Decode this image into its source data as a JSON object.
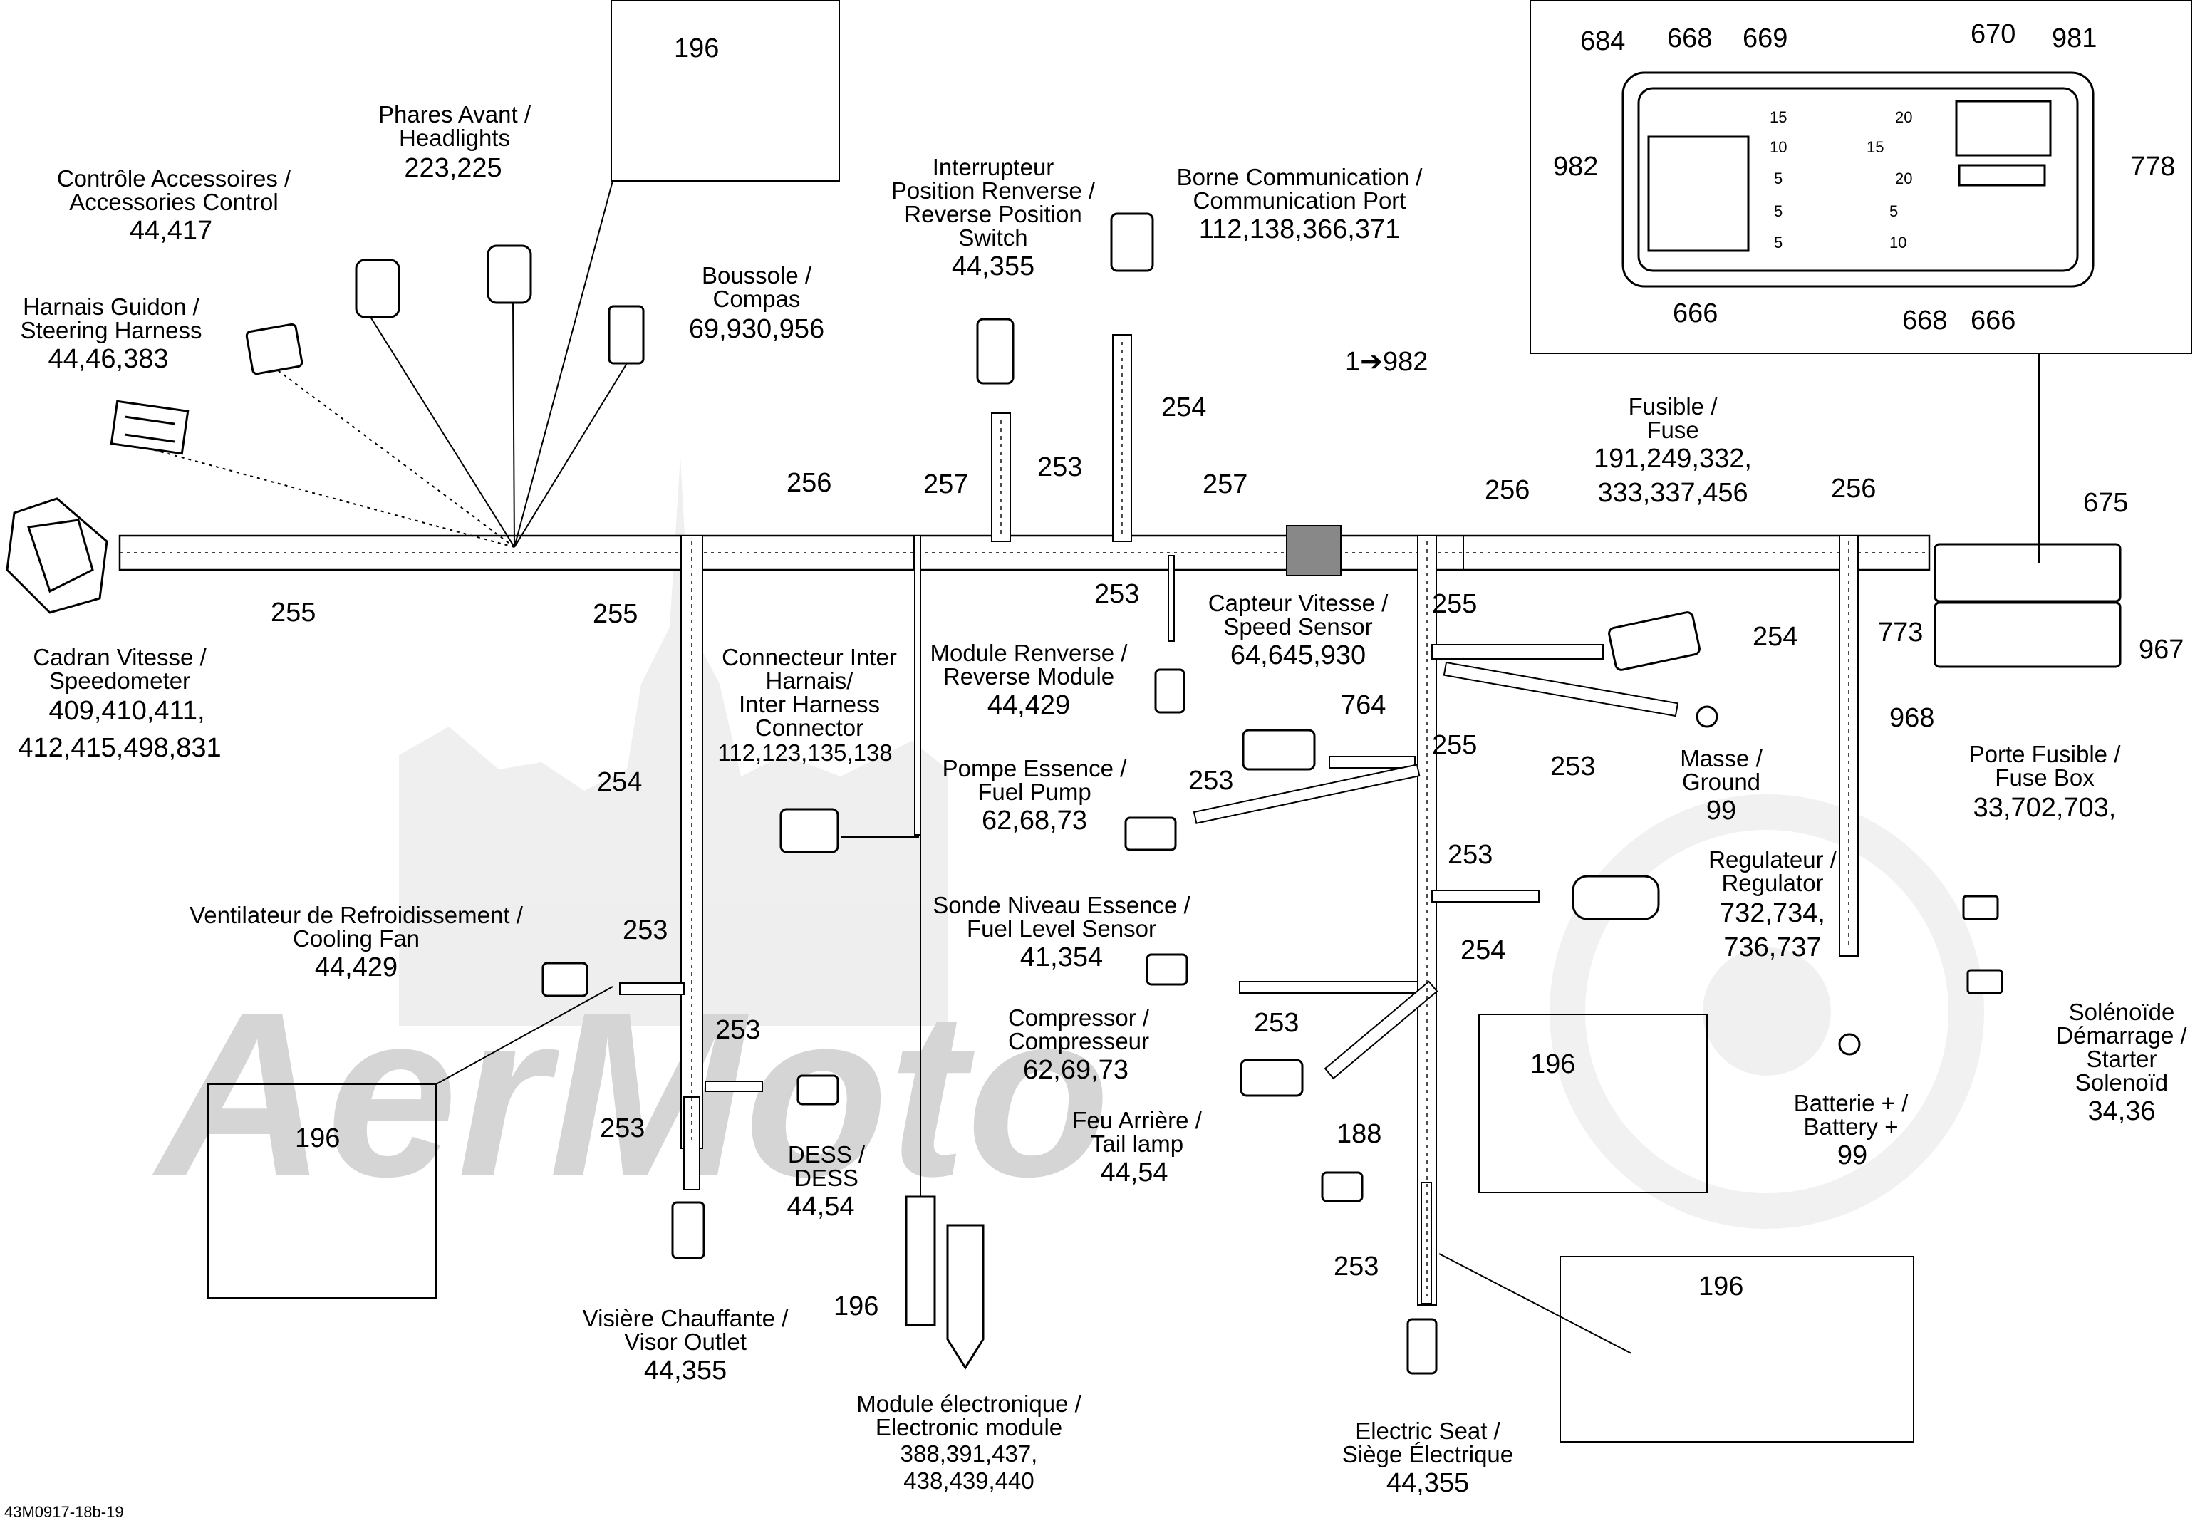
{
  "diagram": {
    "figure_id": "43M0917-18b-19",
    "watermark": "AerMoto",
    "components": {
      "cadran_vitesse": {
        "fr": "Cadran Vitesse /",
        "en": "Speedometer",
        "refs_1": "409,410,411,",
        "refs_2": "412,415,498,831"
      },
      "harnais_guidon": {
        "fr": "Harnais Guidon /",
        "en": "Steering Harness",
        "refs": "44,46,383"
      },
      "controle_accessoires": {
        "fr": "Contrôle Accessoires /",
        "en": "Accessories Control",
        "refs": "44,417"
      },
      "phares_avant": {
        "fr": "Phares Avant /",
        "en": "Headlights",
        "refs": "223,225"
      },
      "boussole": {
        "fr": "Boussole /",
        "en": "Compas",
        "refs": "69,930,956"
      },
      "interrupteur_renverse": {
        "l1": "Interrupteur",
        "l2": "Position Renverse /",
        "l3": "Reverse Position",
        "l4": "Switch",
        "refs": "44,355"
      },
      "borne_communication": {
        "fr": "Borne Communication /",
        "en": "Communication Port",
        "refs": "112,138,366,371"
      },
      "module_renverse": {
        "fr": "Module Renverse /",
        "en": "Reverse Module",
        "refs": "44,429"
      },
      "capteur_vitesse": {
        "fr": "Capteur Vitesse /",
        "en": "Speed Sensor",
        "refs": "64,645,930"
      },
      "connecteur_inter": {
        "l1": "Connecteur Inter",
        "l2": "Harnais/",
        "l3": "Inter Harness",
        "l4": "Connector",
        "refs": "112,123,135,138"
      },
      "pompe_essence": {
        "fr": "Pompe Essence /",
        "en": "Fuel Pump",
        "refs": "62,68,73"
      },
      "sonde_niveau": {
        "fr": "Sonde Niveau Essence /",
        "en": "Fuel Level Sensor",
        "refs": "41,354"
      },
      "compresseur": {
        "fr": "Compressor /",
        "en": "Compresseur",
        "refs": "62,69,73"
      },
      "feu_arriere": {
        "fr": "Feu Arrière /",
        "en": "Tail lamp",
        "refs": "44,54"
      },
      "ventilateur": {
        "fr": "Ventilateur de Refroidissement /",
        "en": "Cooling Fan",
        "refs": "44,429"
      },
      "dess": {
        "fr": "DESS /",
        "en": "DESS",
        "refs": "44,54"
      },
      "visiere": {
        "fr": "Visière Chauffante /",
        "en": "Visor Outlet",
        "refs": "44,355"
      },
      "module_electronique": {
        "fr": "Module électronique /",
        "en": "Electronic module",
        "refs_1": "388,391,437,",
        "refs_2": "438,439,440"
      },
      "electric_seat": {
        "en": "Electric Seat /",
        "fr": "Siège Électrique",
        "refs": "44,355"
      },
      "fusible": {
        "fr": "Fusible /",
        "en": "Fuse",
        "refs_1": "191,249,332,",
        "refs_2": "333,337,456"
      },
      "masse": {
        "fr": "Masse /",
        "en": "Ground",
        "refs": "99"
      },
      "regulateur": {
        "fr": "Regulateur /",
        "en": "Regulator",
        "refs_1": "732,734,",
        "refs_2": "736,737"
      },
      "batterie": {
        "fr": "Batterie + /",
        "en": "Battery +",
        "refs": "99"
      },
      "solenoide": {
        "l1": "Solénoïde",
        "l2": "Démarrage /",
        "l3": "Starter",
        "l4": "Solenoïd",
        "refs": "34,36"
      },
      "porte_fusible": {
        "fr": "Porte Fusible /",
        "en": "Fuse Box",
        "refs": "33,702,703,"
      }
    },
    "callouts": {
      "c255": "255",
      "c256": "256",
      "c257": "257",
      "c253": "253",
      "c254": "254",
      "c196": "196",
      "c188": "188",
      "c764": "764",
      "c675": "675",
      "c773": "773",
      "c967": "967",
      "c968": "968",
      "c1to982": "1➔982"
    },
    "fuse_box": {
      "c684": "684",
      "c668": "668",
      "c669": "669",
      "c670": "670",
      "c981": "981",
      "c982": "982",
      "c778": "778",
      "c666": "666",
      "f15": "15",
      "f10": "10",
      "f5": "5",
      "f20": "20"
    }
  }
}
